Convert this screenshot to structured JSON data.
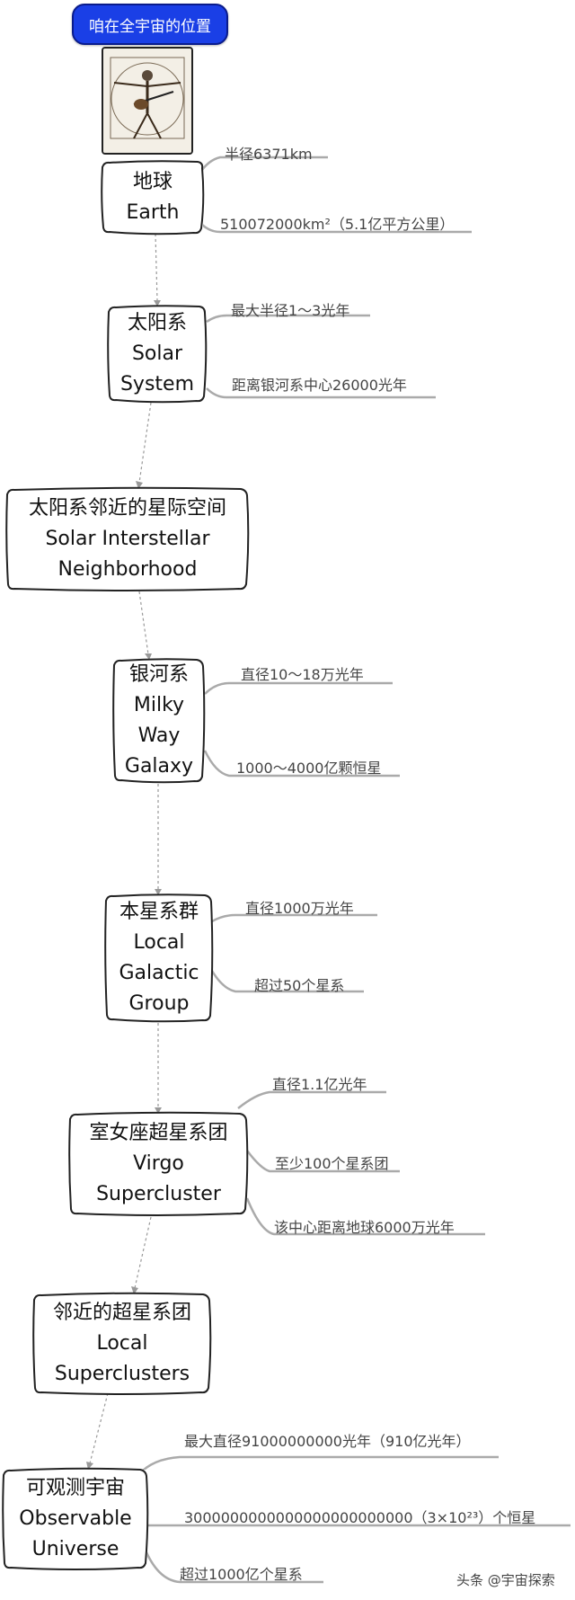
{
  "title": "咱在全宇宙的位置",
  "nodes": [
    {
      "id": "earth",
      "lines": [
        "地球",
        "Earth"
      ],
      "notes": [
        "半径6371km",
        "510072000km²（5.1亿平方公里）"
      ]
    },
    {
      "id": "solar-system",
      "lines": [
        "太阳系",
        "Solar",
        "System"
      ],
      "notes": [
        "最大半径1～3光年",
        "距离银河系中心26000光年"
      ]
    },
    {
      "id": "solar-interstellar-neighborhood",
      "lines": [
        "太阳系邻近的星际空间",
        "Solar Interstellar",
        "Neighborhood"
      ],
      "notes": []
    },
    {
      "id": "milky-way-galaxy",
      "lines": [
        "银河系",
        "Milky",
        "Way",
        "Galaxy"
      ],
      "notes": [
        "直径10～18万光年",
        "1000～4000亿颗恒星"
      ]
    },
    {
      "id": "local-galactic-group",
      "lines": [
        "本星系群",
        "Local",
        "Galactic",
        "Group"
      ],
      "notes": [
        "直径1000万光年",
        "超过50个星系"
      ]
    },
    {
      "id": "virgo-supercluster",
      "lines": [
        "室女座超星系团",
        "Virgo",
        "Supercluster"
      ],
      "notes": [
        "直径1.1亿光年",
        "至少100个星系团",
        "该中心距离地球6000万光年"
      ]
    },
    {
      "id": "local-superclusters",
      "lines": [
        "邻近的超星系团",
        "Local",
        "Superclusters"
      ],
      "notes": []
    },
    {
      "id": "observable-universe",
      "lines": [
        "可观测宇宙",
        "Observable",
        "Universe"
      ],
      "notes": [
        "最大直径91000000000光年（910亿光年）",
        "3000000000000000000000000（3×10²³）个恒星",
        "超过1000亿个星系"
      ]
    }
  ],
  "watermark": "头条 @宇宙探索",
  "colors": {
    "title_bg": "#1a3fe6",
    "line": "#aaaaaa",
    "border": "#222222"
  }
}
